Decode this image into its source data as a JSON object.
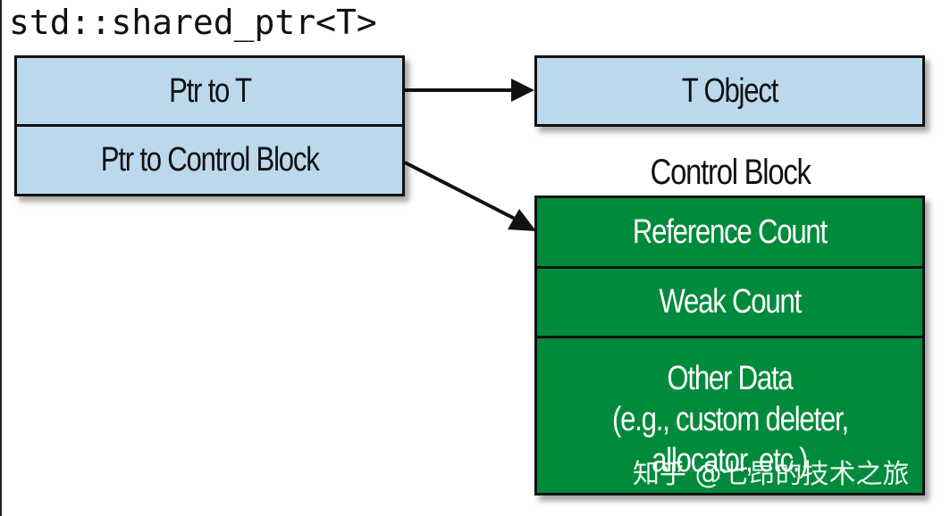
{
  "title": "std::shared_ptr<T>",
  "shared_ptr_fields": {
    "ptr_to_t": "Ptr to T",
    "ptr_to_control_block": "Ptr to Control Block"
  },
  "t_object": "T Object",
  "control_block": {
    "label": "Control Block",
    "reference_count": "Reference Count",
    "weak_count": "Weak Count",
    "other_data_line1": "Other Data",
    "other_data_line2": "(e.g., custom deleter,",
    "other_data_line3": "allocator, etc.)"
  },
  "watermark": "知乎 @七昂的技术之旅",
  "colors": {
    "pointer_box": "#bcd8ec",
    "control_block_box": "#008a3c",
    "border": "#111111"
  }
}
